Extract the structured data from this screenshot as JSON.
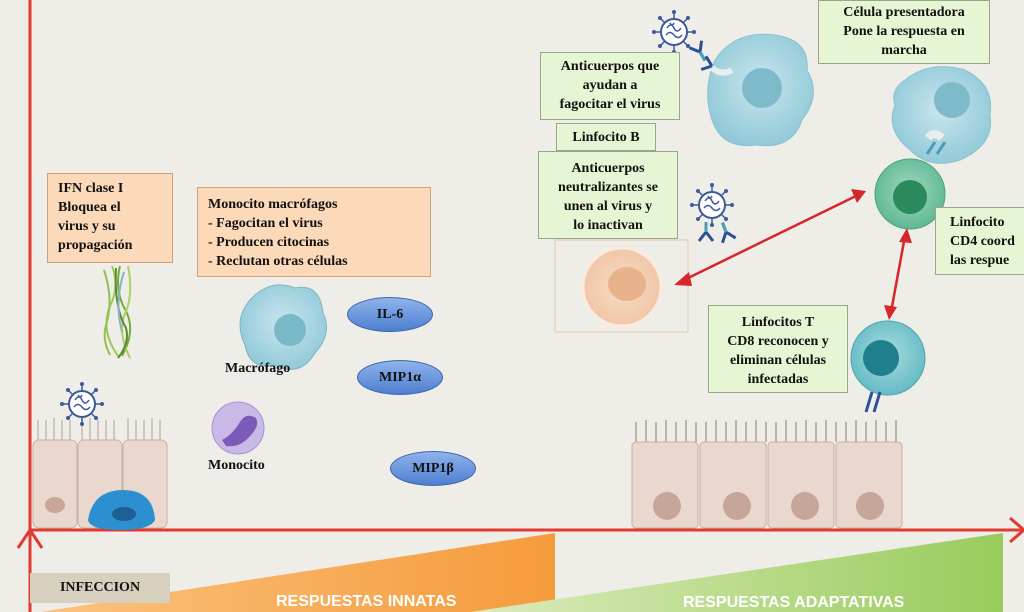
{
  "boxes": {
    "ifn": [
      "IFN clase I",
      "Bloquea el",
      "virus y su",
      "propagación"
    ],
    "monocyte_macrophage": [
      "Monocito macrófagos",
      "- Fagocitan el virus",
      "- Producen citocinas",
      "- Reclutan otras células"
    ],
    "antibodies_phago": [
      "Anticuerpos que",
      "ayudan a",
      "fagocitar el virus"
    ],
    "b_lymphocyte": "Linfocito B",
    "antibodies_neutral": [
      "Anticuerpos",
      "neutralizantes se",
      "unen al virus y",
      "lo inactivan"
    ],
    "presenting_cell": [
      "Célula presentadora",
      "Pone la respuesta en",
      "marcha"
    ],
    "cd4": [
      "Linfocito",
      "CD4 coord",
      "las respue"
    ],
    "cd8": [
      "Linfocitos T",
      "CD8 reconocen y",
      "eliminan células",
      "infectadas"
    ]
  },
  "cytokines": [
    "IL-6",
    "MIP1α",
    "MIP1β"
  ],
  "captions": {
    "macrophage": "Macrófago",
    "monocyte": "Monocito"
  },
  "axis": {
    "infection_label": "INFECCION",
    "innate_label": "RESPUESTAS  INNATAS",
    "adaptive_label": "RESPUESTAS ADAPTATIVAS"
  },
  "colors": {
    "axis": "#e03a32",
    "arrows": "#d6262b",
    "green_box": "#e6f5d4",
    "orange_box": "#fcd9b8",
    "innate_band": "#f7a24b",
    "adaptive_band": "#a9d46f",
    "cytokine": "#6c98e0"
  }
}
